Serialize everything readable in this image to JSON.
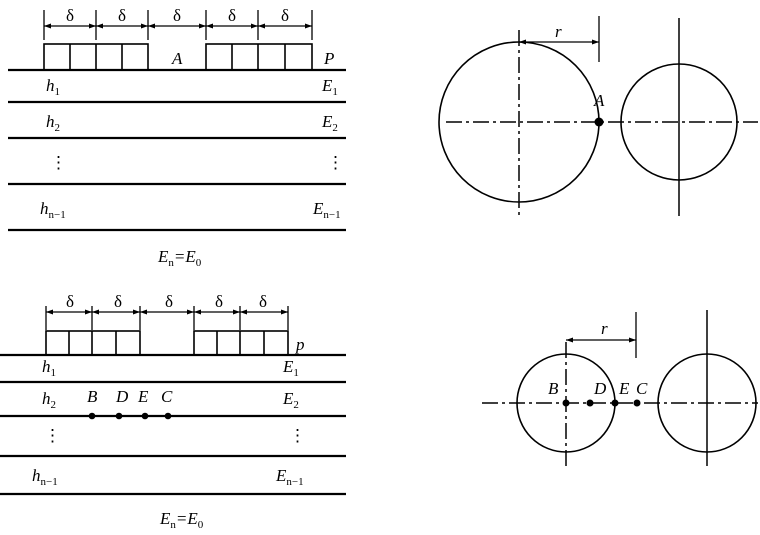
{
  "top_left": {
    "delta_labels": [
      "δ",
      "δ",
      "δ",
      "δ",
      "δ"
    ],
    "point_A": "A",
    "point_P": "P",
    "h": {
      "h1": "h",
      "h1_sub": "1",
      "h2": "h",
      "h2_sub": "2",
      "hn": "h",
      "hn_sub": "n−1"
    },
    "E": {
      "E1": "E",
      "E1_sub": "1",
      "E2": "E",
      "E2_sub": "2",
      "En": "E",
      "En_sub": "n−1"
    },
    "vdots": "⋮",
    "base_eq": {
      "E": "E",
      "n": "n",
      "eq": "=E",
      "zero": "0"
    }
  },
  "bottom_left": {
    "delta_labels": [
      "δ",
      "δ",
      "δ",
      "δ",
      "δ"
    ],
    "point_p": "p",
    "h": {
      "h1": "h",
      "h1_sub": "1",
      "h2": "h",
      "h2_sub": "2",
      "hn": "h",
      "hn_sub": "n−1"
    },
    "E": {
      "E1": "E",
      "E1_sub": "1",
      "E2": "E",
      "E2_sub": "2",
      "En": "E",
      "En_sub": "n−1"
    },
    "points": [
      "B",
      "D",
      "E",
      "C"
    ],
    "vdots": "⋮",
    "base_eq": {
      "E": "E",
      "n": "n",
      "eq": "=E",
      "zero": "0"
    }
  },
  "top_right": {
    "r_label": "r",
    "point_A": "A"
  },
  "bottom_right": {
    "r_label": "r",
    "points": [
      "B",
      "D",
      "E",
      "C"
    ]
  }
}
